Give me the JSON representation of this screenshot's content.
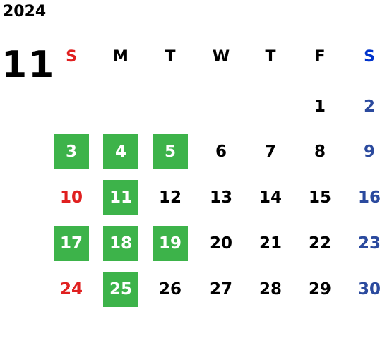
{
  "calendar": {
    "year": "2024",
    "month": "11",
    "weekdays": [
      "S",
      "M",
      "T",
      "W",
      "T",
      "F",
      "S"
    ],
    "weeks": [
      [
        "",
        "",
        "",
        "",
        "",
        "1",
        "2"
      ],
      [
        "3",
        "4",
        "5",
        "6",
        "7",
        "8",
        "9"
      ],
      [
        "10",
        "11",
        "12",
        "13",
        "14",
        "15",
        "16"
      ],
      [
        "17",
        "18",
        "19",
        "20",
        "21",
        "22",
        "23"
      ],
      [
        "24",
        "25",
        "26",
        "27",
        "28",
        "29",
        "30"
      ]
    ],
    "highlighted_days": [
      "3",
      "4",
      "5",
      "11",
      "17",
      "18",
      "19",
      "25"
    ]
  },
  "colors": {
    "sunday": "#e02020",
    "saturday_header": "#0033cc",
    "saturday": "#2b4a9e",
    "weekday": "#000000",
    "highlight_bg": "#3db34a",
    "highlight_text": "#ffffff"
  }
}
